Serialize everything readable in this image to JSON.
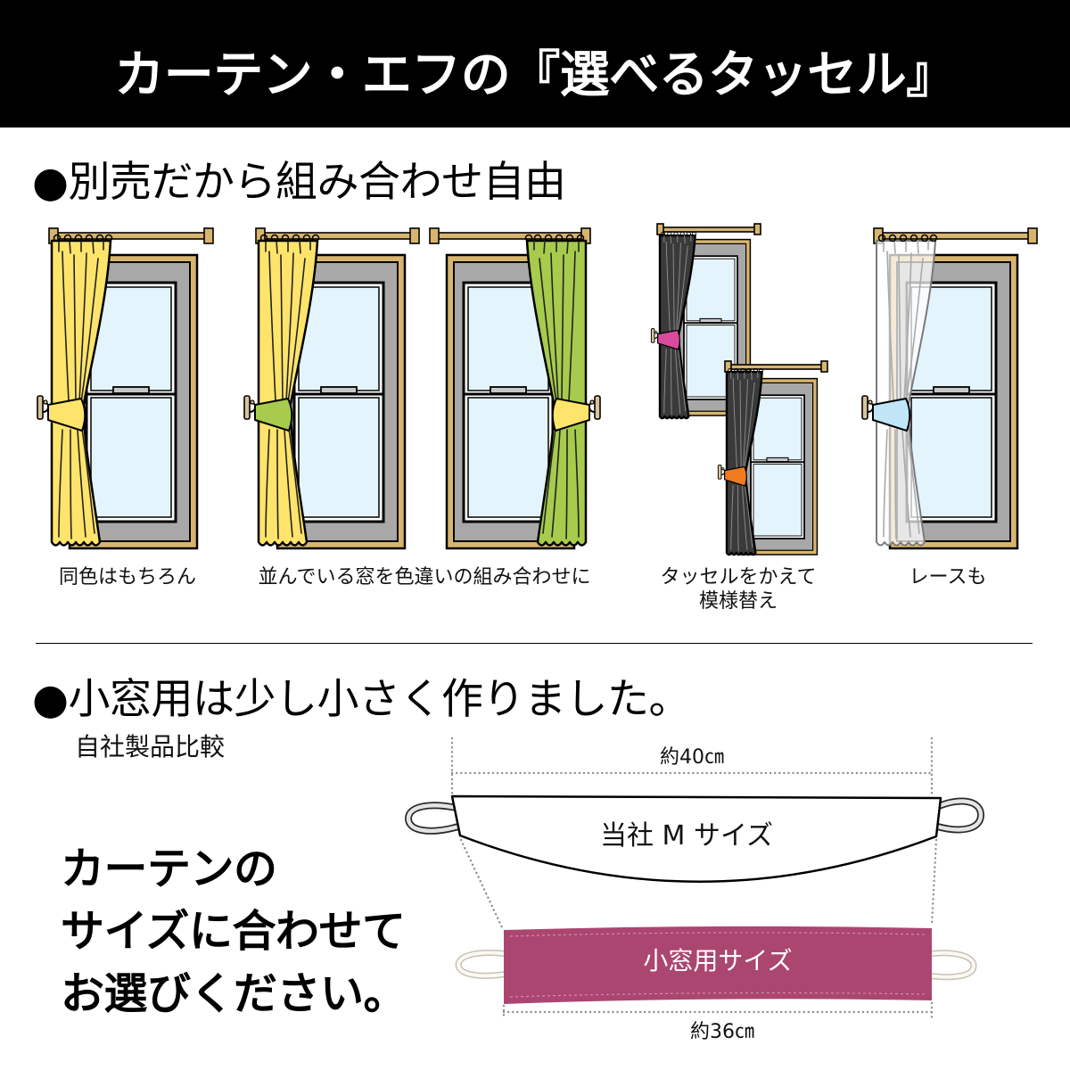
{
  "header": {
    "title": "カーテン・エフの『選べるタッセル』"
  },
  "section1": {
    "heading": "●別売だから組み合わせ自由",
    "captions": {
      "same_color": "同色はもちろん",
      "side_by_side": "並んでいる窓を色違いの組み合わせに",
      "change_tassel": [
        "タッセルをかえて",
        "模様替え"
      ],
      "lace": "レースも"
    }
  },
  "section2": {
    "heading": "●小窓用は少し小さく作りました。",
    "subheading": "自社製品比較",
    "message": [
      "カーテンの",
      "サイズに合わせて",
      "お選びください。"
    ],
    "comparison": {
      "m_size": {
        "label": "当社 M サイズ",
        "length": "約40㎝"
      },
      "small_window": {
        "label": "小窓用サイズ",
        "length": "約36㎝"
      }
    }
  },
  "colors": {
    "window_frame": "#d8b56f",
    "curtain_yellow": "#ffe46b",
    "curtain_green": "#a7cb4c",
    "curtain_dark": "#3a3a3a",
    "curtain_lace": "#ffffff",
    "tassel_yellow": "#ffe46b",
    "tassel_light_green": "#a7cb4c",
    "tassel_pink": "#d94a9c",
    "tassel_orange": "#f07a1e",
    "tassel_light_blue": "#bfe5f6",
    "m_size_tassel": "#ffffff",
    "small_window_tassel": "#ab4670"
  }
}
